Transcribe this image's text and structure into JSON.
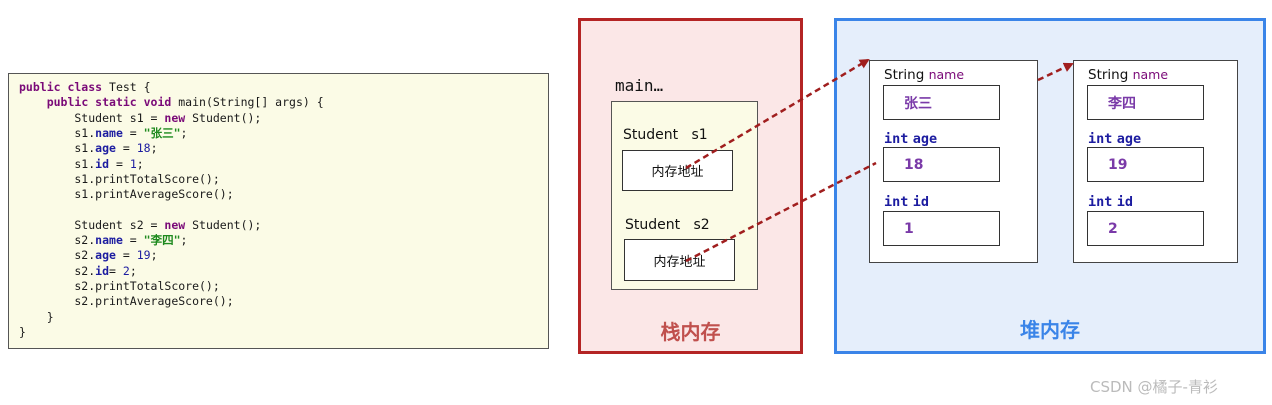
{
  "code": {
    "lines": [
      [
        {
          "t": "public class",
          "c": "kw"
        },
        {
          "t": " Test {",
          "c": ""
        }
      ],
      [
        {
          "t": "    ",
          "c": ""
        },
        {
          "t": "public static void",
          "c": "kw"
        },
        {
          "t": " main(String[] args) {",
          "c": ""
        }
      ],
      [
        {
          "t": "        Student s1 = ",
          "c": ""
        },
        {
          "t": "new",
          "c": "kw"
        },
        {
          "t": " Student();",
          "c": ""
        }
      ],
      [
        {
          "t": "        s1.",
          "c": ""
        },
        {
          "t": "name",
          "c": "fld"
        },
        {
          "t": " = ",
          "c": ""
        },
        {
          "t": "\"张三\"",
          "c": "str"
        },
        {
          "t": ";",
          "c": ""
        }
      ],
      [
        {
          "t": "        s1.",
          "c": ""
        },
        {
          "t": "age",
          "c": "fld"
        },
        {
          "t": " = ",
          "c": ""
        },
        {
          "t": "18",
          "c": "num"
        },
        {
          "t": ";",
          "c": ""
        }
      ],
      [
        {
          "t": "        s1.",
          "c": ""
        },
        {
          "t": "id",
          "c": "fld"
        },
        {
          "t": " = ",
          "c": ""
        },
        {
          "t": "1",
          "c": "num"
        },
        {
          "t": ";",
          "c": ""
        }
      ],
      [
        {
          "t": "        s1.printTotalScore();",
          "c": ""
        }
      ],
      [
        {
          "t": "        s1.printAverageScore();",
          "c": ""
        }
      ],
      [
        {
          "t": "",
          "c": ""
        }
      ],
      [
        {
          "t": "        Student s2 = ",
          "c": ""
        },
        {
          "t": "new",
          "c": "kw"
        },
        {
          "t": " Student();",
          "c": ""
        }
      ],
      [
        {
          "t": "        s2.",
          "c": ""
        },
        {
          "t": "name",
          "c": "fld"
        },
        {
          "t": " = ",
          "c": ""
        },
        {
          "t": "\"李四\"",
          "c": "str"
        },
        {
          "t": ";",
          "c": ""
        }
      ],
      [
        {
          "t": "        s2.",
          "c": ""
        },
        {
          "t": "age",
          "c": "fld"
        },
        {
          "t": " = ",
          "c": ""
        },
        {
          "t": "19",
          "c": "num"
        },
        {
          "t": ";",
          "c": ""
        }
      ],
      [
        {
          "t": "        s2.",
          "c": ""
        },
        {
          "t": "id",
          "c": "fld"
        },
        {
          "t": "= ",
          "c": ""
        },
        {
          "t": "2",
          "c": "num"
        },
        {
          "t": ";",
          "c": ""
        }
      ],
      [
        {
          "t": "        s2.printTotalScore();",
          "c": ""
        }
      ],
      [
        {
          "t": "        s2.printAverageScore();",
          "c": ""
        }
      ],
      [
        {
          "t": "    }",
          "c": ""
        }
      ],
      [
        {
          "t": "}",
          "c": ""
        }
      ]
    ]
  },
  "stack": {
    "label": "栈内存",
    "frame_title": "main…",
    "vars": [
      {
        "label": "Student   s1",
        "value": "内存地址"
      },
      {
        "label": "Student   s2",
        "value": "内存地址"
      }
    ]
  },
  "heap": {
    "label": "堆内存",
    "objects": [
      {
        "fields": [
          {
            "type": "String",
            "name": "name",
            "value": "张三"
          },
          {
            "type": "int",
            "name": "age",
            "value": "18"
          },
          {
            "type": "int",
            "name": "id",
            "value": "1"
          }
        ]
      },
      {
        "fields": [
          {
            "type": "String",
            "name": "name",
            "value": "李四"
          },
          {
            "type": "int",
            "name": "age",
            "value": "19"
          },
          {
            "type": "int",
            "name": "id",
            "value": "2"
          }
        ]
      }
    ]
  },
  "colors": {
    "stack_border": "#b42424",
    "heap_border": "#3a84e8",
    "arrow": "#a01e1e"
  },
  "watermark": "CSDN @橘子-青衫"
}
